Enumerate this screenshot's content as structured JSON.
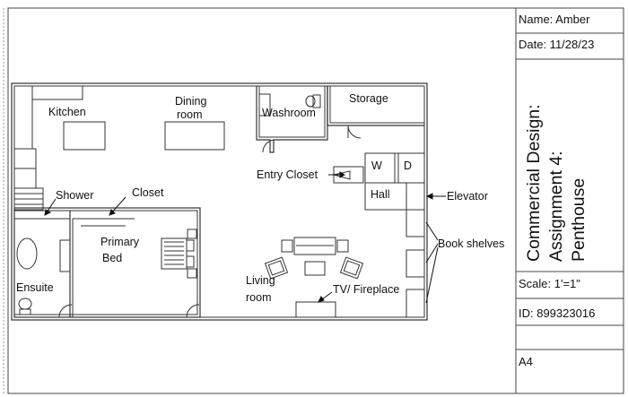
{
  "title_block": {
    "name": "Name: Amber",
    "date": "Date: 11/28/23",
    "title_line1": "Commercial Design:",
    "title_line2": "Assignment 4:",
    "title_line3": "Penthouse",
    "scale": "Scale: 1'=1\"",
    "id": "ID: 899323016",
    "sheet_size": "A4"
  },
  "rooms": {
    "kitchen": "Kitchen",
    "dining_line1": "Dining",
    "dining_line2": "room",
    "washroom": "Washroom",
    "storage": "Storage",
    "entry_closet": "Entry Closet",
    "washer": "W",
    "dryer": "D",
    "hall": "Hall",
    "elevator": "Elevator",
    "shower": "Shower",
    "closet": "Closet",
    "primary_line1": "Primary",
    "primary_line2": "Bed",
    "book_shelves": "Book shelves",
    "ensuite": "Ensuite",
    "living_line1": "Living",
    "living_line2": "room",
    "tv_fireplace": "TV/ Fireplace"
  }
}
